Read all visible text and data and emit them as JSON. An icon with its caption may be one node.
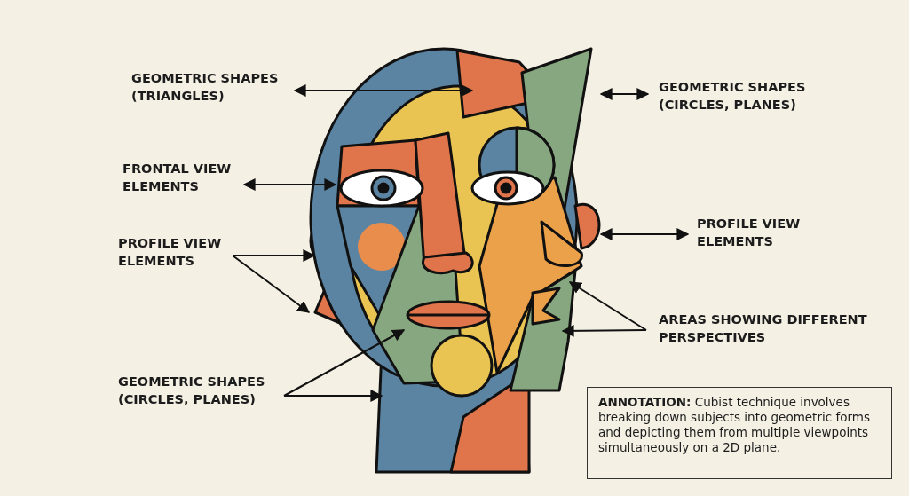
{
  "diagram": {
    "nodes": [
      {
        "text": [
          "GEOMETRIC SHAPES (TRIANGLES)"
        ]
      },
      {
        "text": [
          "FRONTAL VIEW ELEMENTS"
        ]
      },
      {
        "text": [
          "PROFILE VIEW ELEMENTS"
        ]
      },
      {
        "text": [
          "GEOMETRIC SHAPES (CIRCLES, PLANES)"
        ]
      },
      {
        "text": [
          "GEOMETRIC SHAPES (CIRCLES, PLANES)"
        ]
      },
      {
        "text": [
          "PROFILE VIEW ELEMENTS"
        ]
      },
      {
        "text": [
          "AREAS SHOWING DIFFERENT PERSPECTIVES"
        ]
      },
      {
        "text": [
          "**ANNOTATION:** Cubist technique involves breaking down subjects into geometric forms and depicting them from multiple viewpoints simultaneously on a 2D plane."
        ]
      }
    ],
    "edges": [
      {
        "from": 0,
        "to": null,
        "arrow": "both"
      },
      {
        "from": 1,
        "to": null,
        "arrow": "both"
      },
      {
        "from": 2,
        "to": null,
        "arrow": "to"
      },
      {
        "from": 2,
        "to": null,
        "arrow": "to"
      },
      {
        "from": 3,
        "to": null,
        "arrow": "to"
      },
      {
        "from": 3,
        "to": null,
        "arrow": "to"
      },
      {
        "from": 4,
        "to": null,
        "arrow": "both"
      },
      {
        "from": 5,
        "to": null,
        "arrow": "both"
      },
      {
        "from": 6,
        "to": null,
        "arrow": "to"
      },
      {
        "from": 6,
        "to": null,
        "arrow": "to"
      }
    ]
  }
}
